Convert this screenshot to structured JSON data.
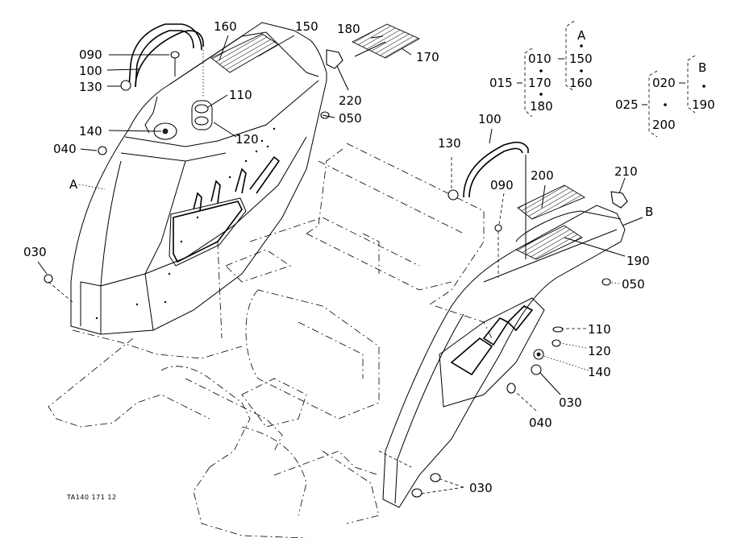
{
  "diagram": {
    "type": "exploded-parts-diagram",
    "drawing_code": "TA140 171 12",
    "callouts_left_assembly": [
      {
        "id": "090",
        "label": "090"
      },
      {
        "id": "100",
        "label": "100"
      },
      {
        "id": "130",
        "label": "130"
      },
      {
        "id": "160",
        "label": "160"
      },
      {
        "id": "150",
        "label": "150"
      },
      {
        "id": "110",
        "label": "110"
      },
      {
        "id": "120",
        "label": "120"
      },
      {
        "id": "140",
        "label": "140"
      },
      {
        "id": "040",
        "label": "040"
      },
      {
        "id": "050",
        "label": "050"
      },
      {
        "id": "220",
        "label": "220"
      },
      {
        "id": "030",
        "label": "030"
      },
      {
        "id": "A",
        "label": "A"
      }
    ],
    "callouts_loose_decal": [
      {
        "id": "180",
        "label": "180"
      },
      {
        "id": "170",
        "label": "170"
      }
    ],
    "callouts_right_assembly": [
      {
        "id": "100",
        "label": "100"
      },
      {
        "id": "130",
        "label": "130"
      },
      {
        "id": "090",
        "label": "090"
      },
      {
        "id": "200",
        "label": "200"
      },
      {
        "id": "210",
        "label": "210"
      },
      {
        "id": "B",
        "label": "B"
      },
      {
        "id": "190",
        "label": "190"
      },
      {
        "id": "050",
        "label": "050"
      },
      {
        "id": "110",
        "label": "110"
      },
      {
        "id": "120",
        "label": "120"
      },
      {
        "id": "140",
        "label": "140"
      },
      {
        "id": "030a",
        "label": "030"
      },
      {
        "id": "040",
        "label": "040"
      },
      {
        "id": "030b",
        "label": "030"
      }
    ],
    "assembly_legend": {
      "group_A": {
        "assembly": "015",
        "sub": "010",
        "sub_parts": [
          "150",
          "160"
        ],
        "sub_header": "A",
        "extra_parts": [
          "170",
          "180"
        ]
      },
      "group_B": {
        "assembly": "025",
        "sub": "020",
        "sub_parts": [
          "190"
        ],
        "sub_header": "B",
        "extra_parts": [
          "200"
        ]
      }
    }
  }
}
